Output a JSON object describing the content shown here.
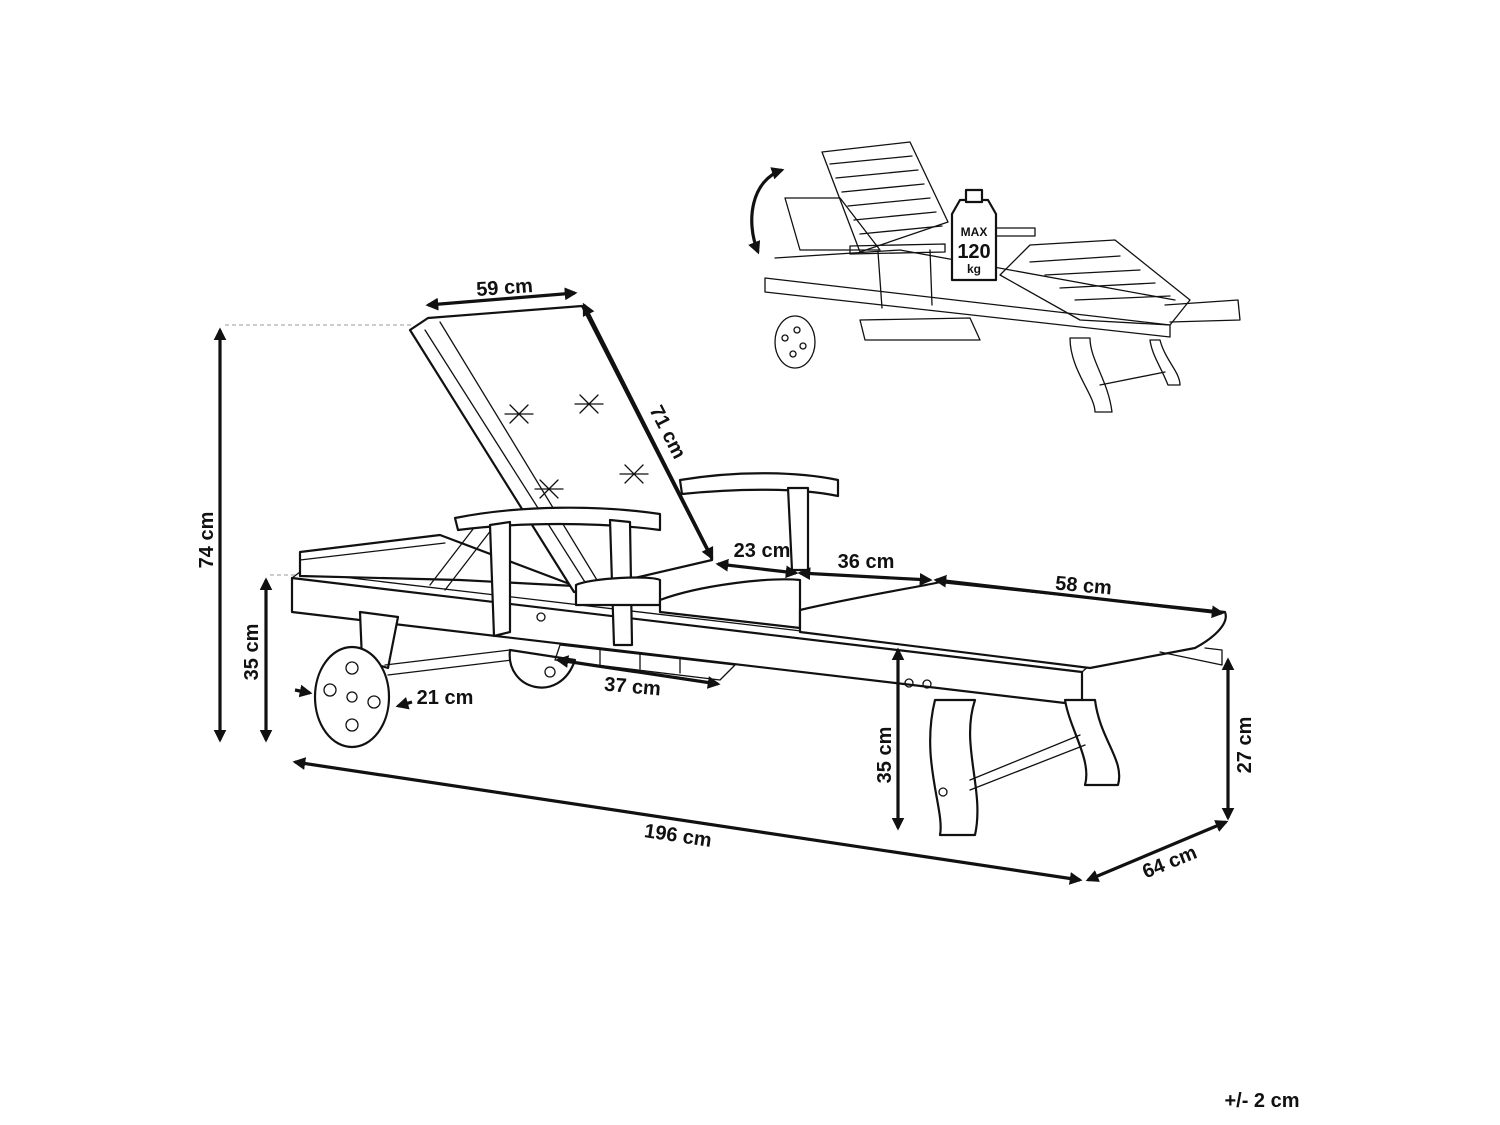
{
  "labels": {
    "backrest_width": "59 cm",
    "backrest_length": "71 cm",
    "total_height": "74 cm",
    "seat_height": "35 cm",
    "wheel_diameter": "21 cm",
    "tray_length": "37 cm",
    "seg1": "23 cm",
    "seg2": "36 cm",
    "seg3": "58 cm",
    "leg_height": "35 cm",
    "foot_height": "27 cm",
    "total_length": "196 cm",
    "total_width": "64 cm",
    "tolerance": "+/- 2 cm"
  },
  "weight_badge": {
    "max": "MAX",
    "value": "120",
    "unit": "kg"
  }
}
